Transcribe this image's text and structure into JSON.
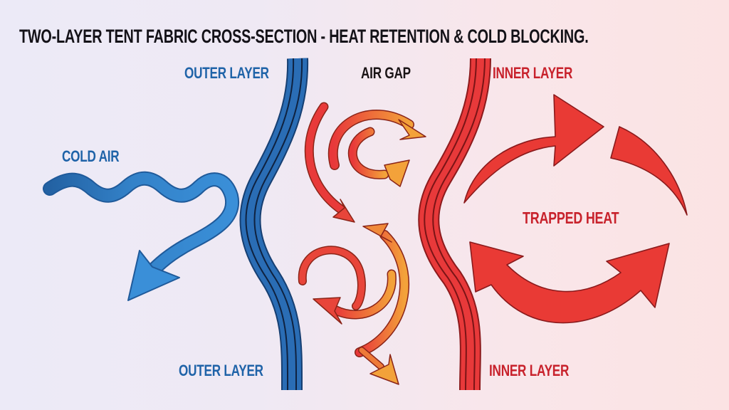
{
  "title": "TWO-LAYER TENT FABRIC CROSS-SECTION - HEAT RETENTION & COLD BLOCKING.",
  "labels": {
    "outer_layer_top": "OUTER LAYER",
    "outer_layer_bottom": "OUTER LAYER",
    "air_gap": "AIR GAP",
    "inner_layer_top": "INNER LAYER",
    "inner_layer_bottom": "INNER LAYER",
    "cold_air": "COLD AIR",
    "trapped_heat": "TRAPPED HEAT"
  },
  "colors": {
    "outer_layer": "#2a6db5",
    "inner_layer": "#e8393a",
    "cold_air": "#3a8fd8",
    "air_gap_start": "#e83a3a",
    "air_gap_end": "#f2a03a",
    "heat": "#e93a35",
    "title": "#141218"
  },
  "icons": [
    "cold-air-wave-arrow",
    "outer-fabric-layer",
    "air-gap-circulation-arrows",
    "inner-fabric-layer",
    "trapped-heat-cycle-arrows"
  ]
}
